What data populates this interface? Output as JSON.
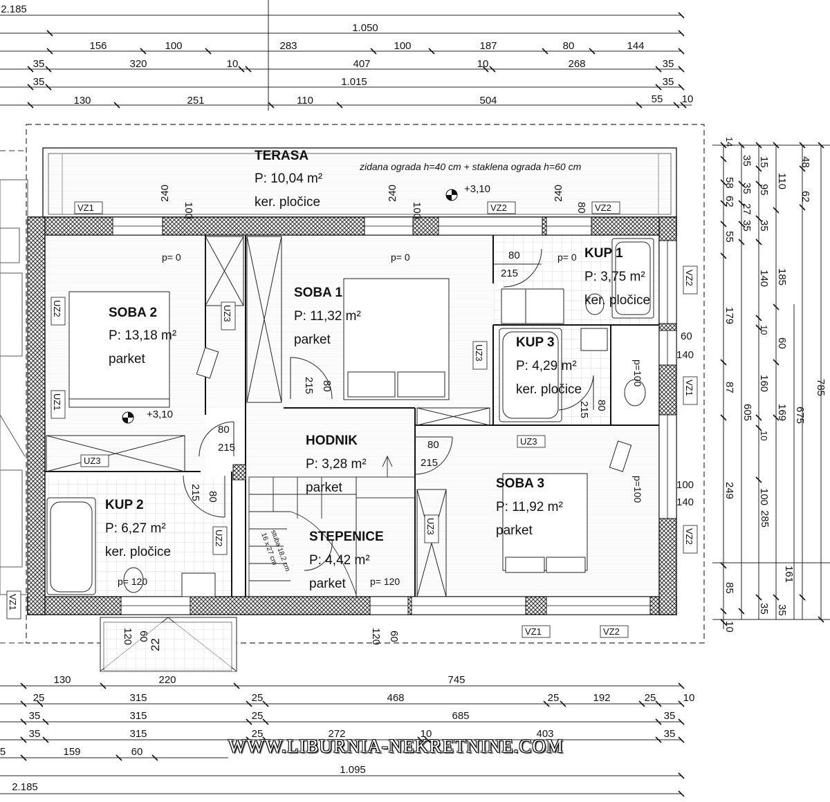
{
  "rooms": [
    {
      "name": "TERASA",
      "area": "P: 10,04 m²",
      "floor": "ker. pločice"
    },
    {
      "name": "SOBA 2",
      "area": "P: 13,18 m²",
      "floor": "parket"
    },
    {
      "name": "SOBA 1",
      "area": "P: 11,32 m²",
      "floor": "parket"
    },
    {
      "name": "KUP 1",
      "area": "P: 3,75 m²",
      "floor": "ker. pločice"
    },
    {
      "name": "KUP 3",
      "area": "P: 4,29 m²",
      "floor": "ker. pločice"
    },
    {
      "name": "HODNIK",
      "area": "P: 3,28 m²",
      "floor": "parket"
    },
    {
      "name": "SOBA 3",
      "area": "P: 11,92 m²",
      "floor": "parket"
    },
    {
      "name": "KUP 2",
      "area": "P: 6,27 m²",
      "floor": "ker. pločice"
    },
    {
      "name": "STEPENICE",
      "area": "P: 4,42 m²",
      "floor": "parket"
    }
  ],
  "terrace_note": "zidana ograda h=40 cm + staklena ograda h=60 cm",
  "levels": [
    "+3,10",
    "+3,10"
  ],
  "sill_labels": [
    "p= 0",
    "p= 0",
    "p= 0",
    "p= 120",
    "p= 120",
    "p=100",
    "p=100"
  ],
  "window_labels": [
    "VZ1",
    "VZ2",
    "VZ2",
    "VZ2",
    "VZ1",
    "VZ2",
    "VZ1",
    "VZ1",
    "VZ2"
  ],
  "door_labels": [
    "UZ2",
    "UZ1",
    "UZ3",
    "UZ3",
    "UZ3",
    "UZ3",
    "UZ3",
    "UZ2"
  ],
  "opening_dims": [
    "240",
    "100",
    "240",
    "100",
    "240",
    "80",
    "80",
    "215",
    "80",
    "215",
    "80",
    "215",
    "80",
    "215",
    "215",
    "80",
    "80",
    "215",
    "60",
    "140",
    "100",
    "140",
    "120",
    "60",
    "120",
    "60",
    "22"
  ],
  "stair_note": [
    "stuba 18,2 cm",
    "16 x 27 cm"
  ],
  "dims_top": [
    [
      "2.185"
    ],
    [
      "1.050"
    ],
    [
      "156",
      "100",
      "283",
      "100",
      "187",
      "80",
      "144"
    ],
    [
      "35",
      "320",
      "10",
      "407",
      "10",
      "268",
      "35"
    ],
    [
      "35",
      "1.015",
      "35"
    ],
    [
      "130",
      "251",
      "110",
      "504",
      "55",
      "10"
    ]
  ],
  "dims_right": [
    [
      "14",
      "58",
      "62",
      "55",
      "179",
      "87",
      "249",
      "85",
      "10"
    ],
    [
      "35",
      "35",
      "27",
      "35"
    ],
    [
      "15",
      "95",
      "35",
      "140",
      "10",
      "160",
      "10",
      "100",
      "35"
    ],
    [
      "110",
      "185",
      "60",
      "169",
      "285",
      "35"
    ],
    [
      "605",
      "161"
    ],
    [
      "48",
      "62",
      "675"
    ],
    [
      "785"
    ]
  ],
  "dims_bottom": [
    [
      "130",
      "220",
      "745"
    ],
    [
      "25",
      "315",
      "25",
      "468",
      "25",
      "192",
      "25",
      "10"
    ],
    [
      "35",
      "315",
      "25",
      "685",
      "35"
    ],
    [
      "35",
      "315",
      "25",
      "272",
      "10",
      "403",
      "35"
    ],
    [
      "5",
      "159",
      "60"
    ],
    [
      "1.095"
    ],
    [
      "2.185"
    ]
  ],
  "watermark": "WWW.LIBURNIA-NEKRETNINE.COM"
}
